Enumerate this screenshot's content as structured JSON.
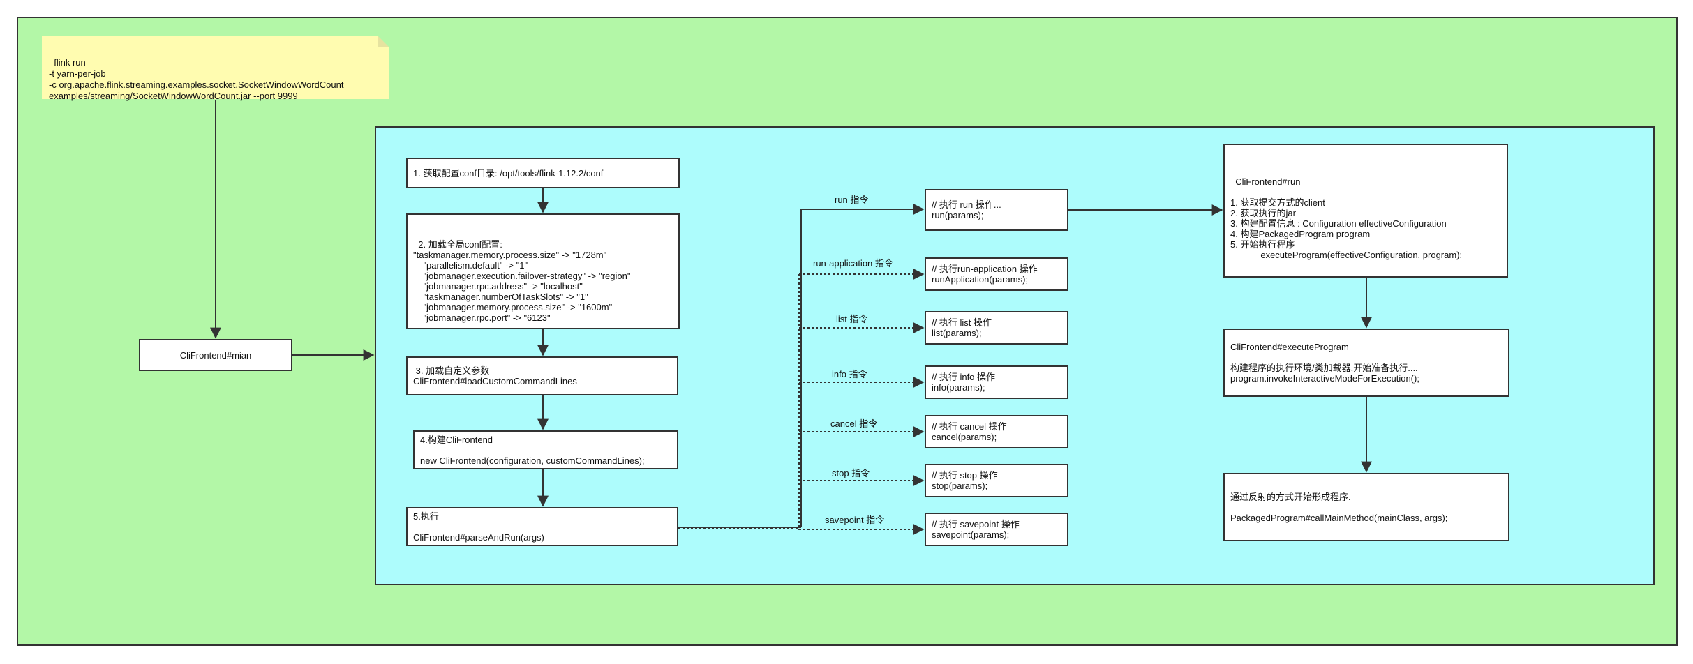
{
  "note": {
    "text": "flink run\n-t yarn-per-job\n-c org.apache.flink.streaming.examples.socket.SocketWindowWordCount\nexamples/streaming/SocketWindowWordCount.jar --port 9999"
  },
  "main_node": "CliFrontend#mian",
  "steps": [
    "1. 获取配置conf目录: /opt/tools/flink-1.12.2/conf",
    "2. 加载全局conf配置:\n\"taskmanager.memory.process.size\" -> \"1728m\"\n    \"parallelism.default\" -> \"1\"\n    \"jobmanager.execution.failover-strategy\" -> \"region\"\n    \"jobmanager.rpc.address\" -> \"localhost\"\n    \"taskmanager.numberOfTaskSlots\" -> \"1\"\n    \"jobmanager.memory.process.size\" -> \"1600m\"\n    \"jobmanager.rpc.port\" -> \"6123\"",
    " 3. 加载自定义参数\nCliFrontend#loadCustomCommandLines",
    "4.构建CliFrontend\n\nnew CliFrontend(configuration, customCommandLines);",
    "5.执行\n\nCliFrontend#parseAndRun(args)"
  ],
  "commands": [
    {
      "label": "run 指令",
      "action": "// 执行 run 操作...\nrun(params);"
    },
    {
      "label": "run-application 指令",
      "action": "// 执行run-application 操作\nrunApplication(params);"
    },
    {
      "label": "list 指令",
      "action": "// 执行 list 操作\nlist(params);"
    },
    {
      "label": "info 指令",
      "action": "// 执行 info 操作\ninfo(params);"
    },
    {
      "label": "cancel 指令",
      "action": "// 执行 cancel 操作\ncancel(params);"
    },
    {
      "label": "stop 指令",
      "action": "// 执行 stop 操作\nstop(params);"
    },
    {
      "label": "savepoint 指令",
      "action": "// 执行 savepoint 操作\nsavepoint(params);"
    }
  ],
  "run_detail": "CliFrontend#run\n\n1. 获取提交方式的client\n2. 获取执行的jar\n3. 构建配置信息 : Configuration effectiveConfiguration\n4. 构建PackagedProgram program\n5. 开始执行程序\n            executeProgram(effectiveConfiguration, program);",
  "execute_detail": "CliFrontend#executeProgram\n\n构建程序的执行环境/类加载器,开始准备执行....\nprogram.invokeInteractiveModeForExecution();",
  "reflect_detail": "通过反射的方式开始形成程序.\n\nPackagedProgram#callMainMethod(mainClass, args);",
  "colors": {
    "outer_bg": "#b3f7a7",
    "inner_bg": "#adfcfc",
    "note_bg": "#fffcb0",
    "line": "#333333"
  }
}
